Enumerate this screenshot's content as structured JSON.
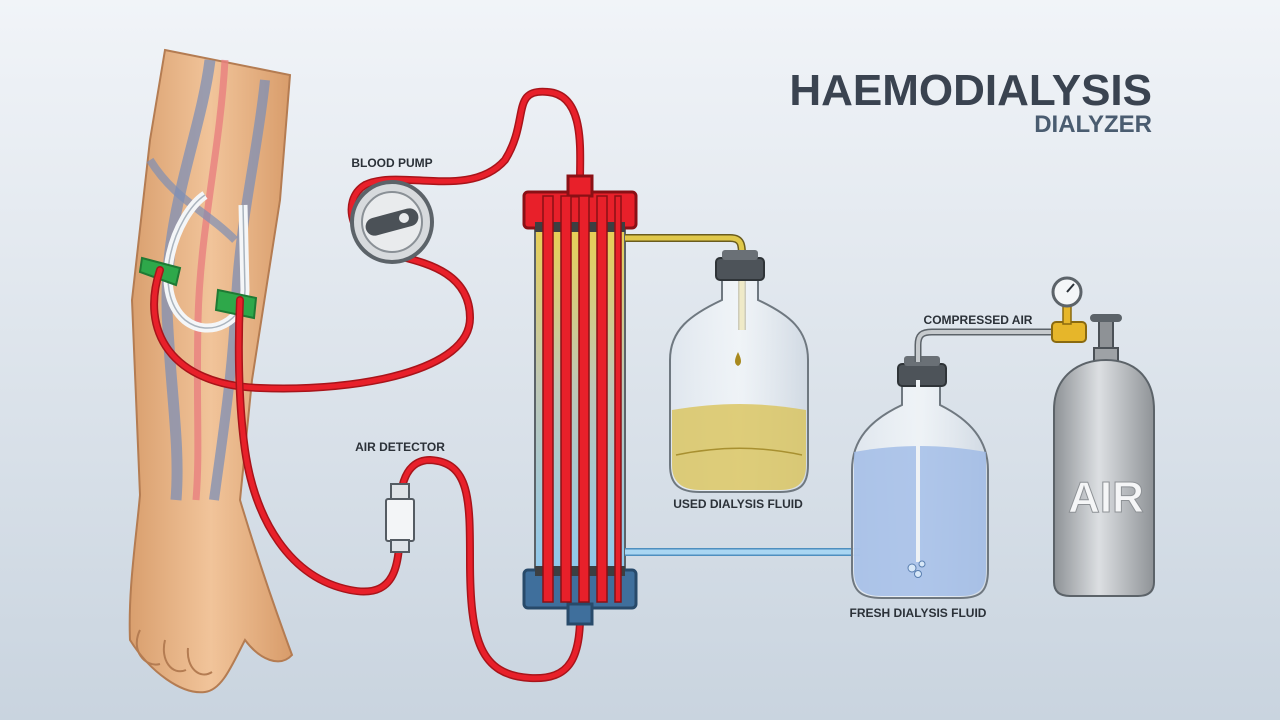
{
  "title": "HAEMODIALYSIS",
  "subtitle": "DIALYZER",
  "labels": {
    "blood_pump": "BLOOD PUMP",
    "air_detector": "AIR DETECTOR",
    "used_fluid": "USED DIALYSIS FLUID",
    "fresh_fluid": "FRESH DIALYSIS FLUID",
    "compressed_air": "COMPRESSED AIR",
    "air_tank": "AIR"
  },
  "colors": {
    "blood": "#e8202a",
    "blood_dark": "#a8141a",
    "used_fluid": "#e0c84a",
    "fresh_fluid": "#8fc8ec",
    "air_tank": "#b9bcc0",
    "clamp": "#2ea84a",
    "skin": "#e9b98a",
    "title": "#3a4350"
  }
}
